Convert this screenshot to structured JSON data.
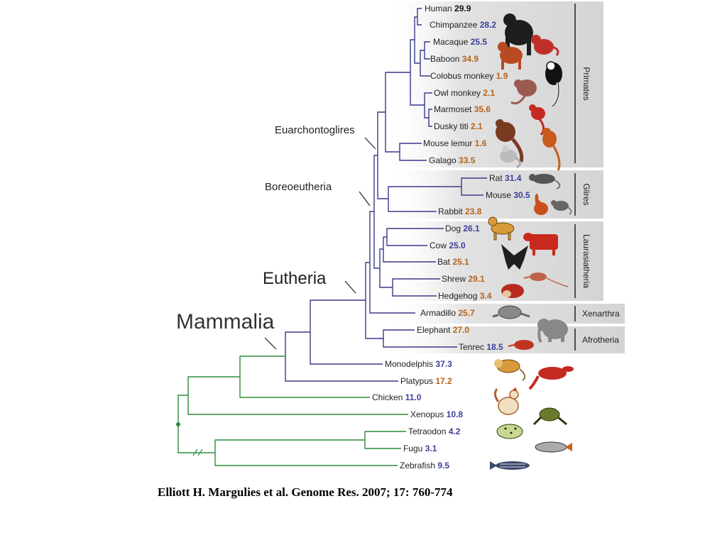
{
  "taxa": [
    {
      "name": "Human",
      "value": "29.9",
      "color": "black"
    },
    {
      "name": "Chimpanzee",
      "value": "28.2",
      "color": "blue"
    },
    {
      "name": "Macaque",
      "value": "25.5",
      "color": "blue"
    },
    {
      "name": "Baboon",
      "value": "34.9",
      "color": "orange"
    },
    {
      "name": "Colobus monkey",
      "value": "1.9",
      "color": "orange"
    },
    {
      "name": "Owl monkey",
      "value": "2.1",
      "color": "orange"
    },
    {
      "name": "Marmoset",
      "value": "35.6",
      "color": "orange"
    },
    {
      "name": "Dusky titi",
      "value": "2.1",
      "color": "orange"
    },
    {
      "name": "Mouse lemur",
      "value": "1.6",
      "color": "orange"
    },
    {
      "name": "Galago",
      "value": "33.5",
      "color": "orange"
    },
    {
      "name": "Rat",
      "value": "31.4",
      "color": "blue"
    },
    {
      "name": "Mouse",
      "value": "30.5",
      "color": "blue"
    },
    {
      "name": "Rabbit",
      "value": "23.8",
      "color": "orange"
    },
    {
      "name": "Dog",
      "value": "26.1",
      "color": "blue"
    },
    {
      "name": "Cow",
      "value": "25.0",
      "color": "blue"
    },
    {
      "name": "Bat",
      "value": "25.1",
      "color": "orange"
    },
    {
      "name": "Shrew",
      "value": "29.1",
      "color": "orange"
    },
    {
      "name": "Hedgehog",
      "value": "3.4",
      "color": "orange"
    },
    {
      "name": "Armadillo",
      "value": "25.7",
      "color": "orange"
    },
    {
      "name": "Elephant",
      "value": "27.0",
      "color": "orange"
    },
    {
      "name": "Tenrec",
      "value": "18.5",
      "color": "blue"
    },
    {
      "name": "Monodelphis",
      "value": "37.3",
      "color": "blue"
    },
    {
      "name": "Platypus",
      "value": "17.2",
      "color": "orange"
    },
    {
      "name": "Chicken",
      "value": "11.0",
      "color": "blue"
    },
    {
      "name": "Xenopus",
      "value": "10.8",
      "color": "blue"
    },
    {
      "name": "Tetraodon",
      "value": "4.2",
      "color": "blue"
    },
    {
      "name": "Fugu",
      "value": "3.1",
      "color": "blue"
    },
    {
      "name": "Zebrafish",
      "value": "9.5",
      "color": "blue"
    }
  ],
  "clades": {
    "euarchontoglires": "Euarchontoglires",
    "boreoeutheria": "Boreoeutheria",
    "eutheria": "Eutheria",
    "mammalia": "Mammalia"
  },
  "groups": {
    "primates": "Primates",
    "glires": "Glires",
    "laurasiatheria": "Laurasiatheria",
    "xenarthra": "Xenarthra",
    "afrotheria": "Afrotheria"
  },
  "citation": "Elliott H. Margulies et al. Genome Res. 2007; 17: 760-774",
  "colors": {
    "mammal_branch": "#3a3a8c",
    "nonmammal_branch": "#2e8b3a",
    "value_blue": "#3b3f9a",
    "value_orange": "#b5641a",
    "panel_gray": "#dcdcdc"
  }
}
